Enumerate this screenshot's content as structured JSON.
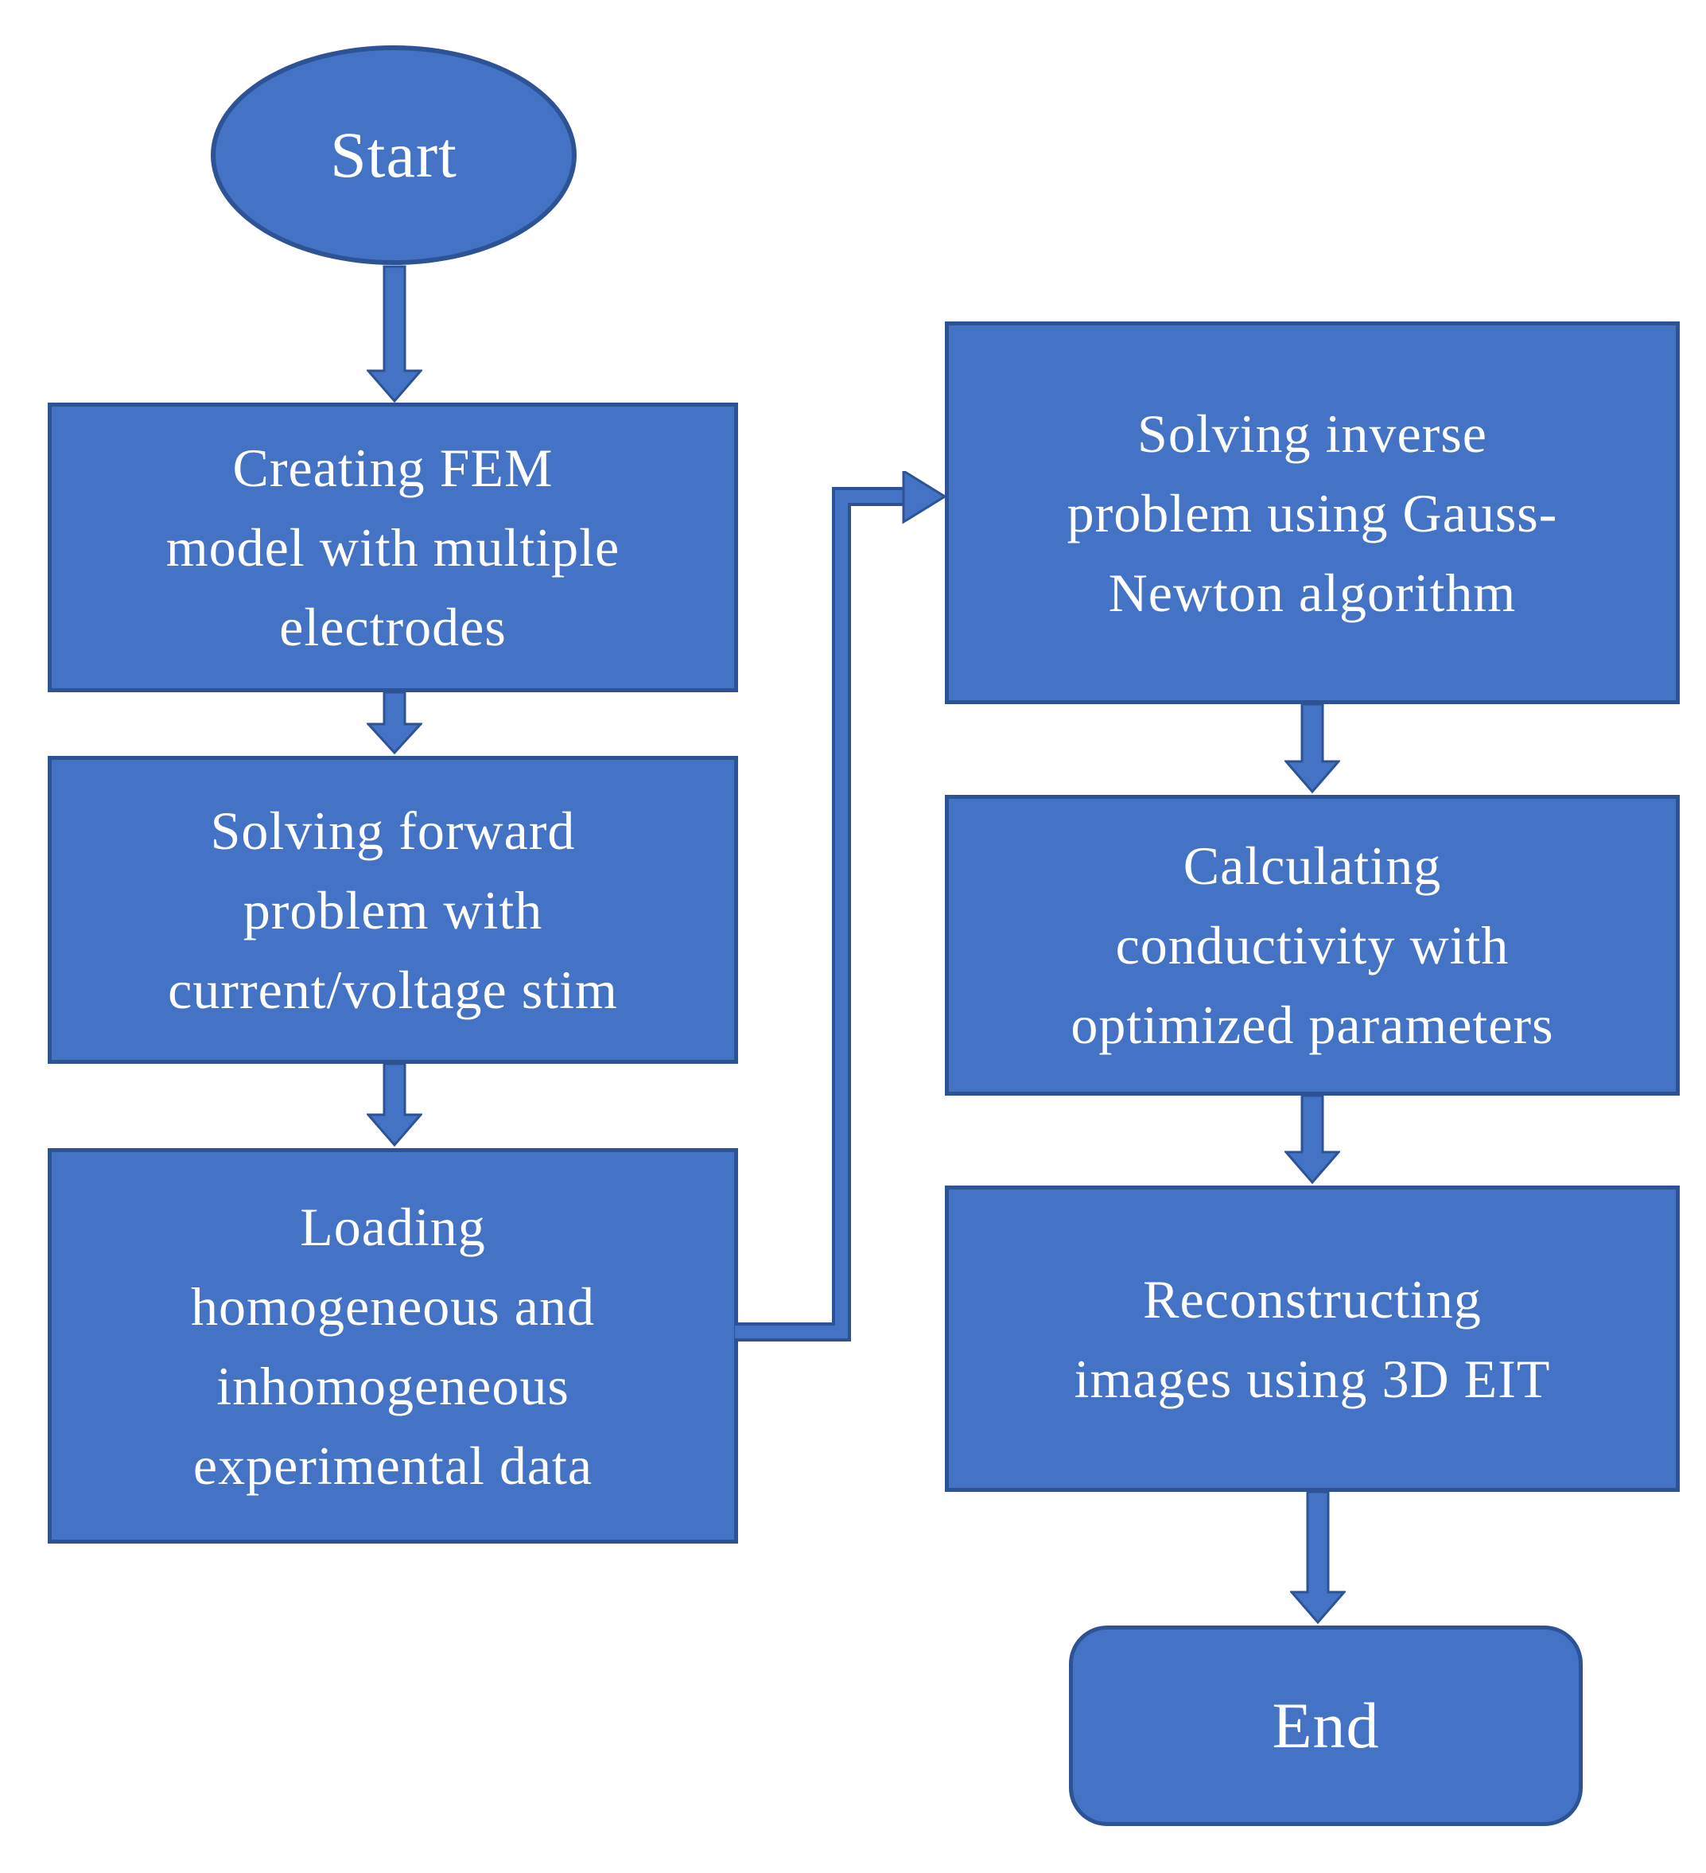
{
  "diagram": {
    "type": "flowchart",
    "background_color": "#FFFFFF",
    "colors": {
      "node_fill": "#4472C4",
      "node_border": "#2E5395",
      "arrow_fill": "#4472C4",
      "arrow_outline": "#2E5395",
      "text": "#FFFFFF"
    },
    "nodes": {
      "start": {
        "shape": "ellipse",
        "label": "Start"
      },
      "fem": {
        "shape": "rectangle",
        "label": "Creating FEM\nmodel with multiple\nelectrodes"
      },
      "forward": {
        "shape": "rectangle",
        "label": "Solving forward\nproblem with\ncurrent/voltage stim"
      },
      "loading": {
        "shape": "rectangle",
        "label": "Loading\nhomogeneous and\ninhomogeneous\nexperimental data"
      },
      "inverse": {
        "shape": "rectangle",
        "label": "Solving inverse\nproblem using Gauss-\nNewton algorithm"
      },
      "conductivity": {
        "shape": "rectangle",
        "label": "Calculating\nconductivity with\noptimized parameters"
      },
      "reconstruct": {
        "shape": "rectangle",
        "label": "Reconstructing\nimages using 3D EIT"
      },
      "end": {
        "shape": "rounded-rectangle",
        "label": "End"
      }
    },
    "edges": [
      {
        "from": "start",
        "to": "fem",
        "style": "block-arrow-down"
      },
      {
        "from": "fem",
        "to": "forward",
        "style": "block-arrow-down"
      },
      {
        "from": "forward",
        "to": "loading",
        "style": "block-arrow-down"
      },
      {
        "from": "loading",
        "to": "inverse",
        "style": "elbow-right-up-right"
      },
      {
        "from": "inverse",
        "to": "conductivity",
        "style": "block-arrow-down"
      },
      {
        "from": "conductivity",
        "to": "reconstruct",
        "style": "block-arrow-down"
      },
      {
        "from": "reconstruct",
        "to": "end",
        "style": "block-arrow-down"
      }
    ]
  }
}
